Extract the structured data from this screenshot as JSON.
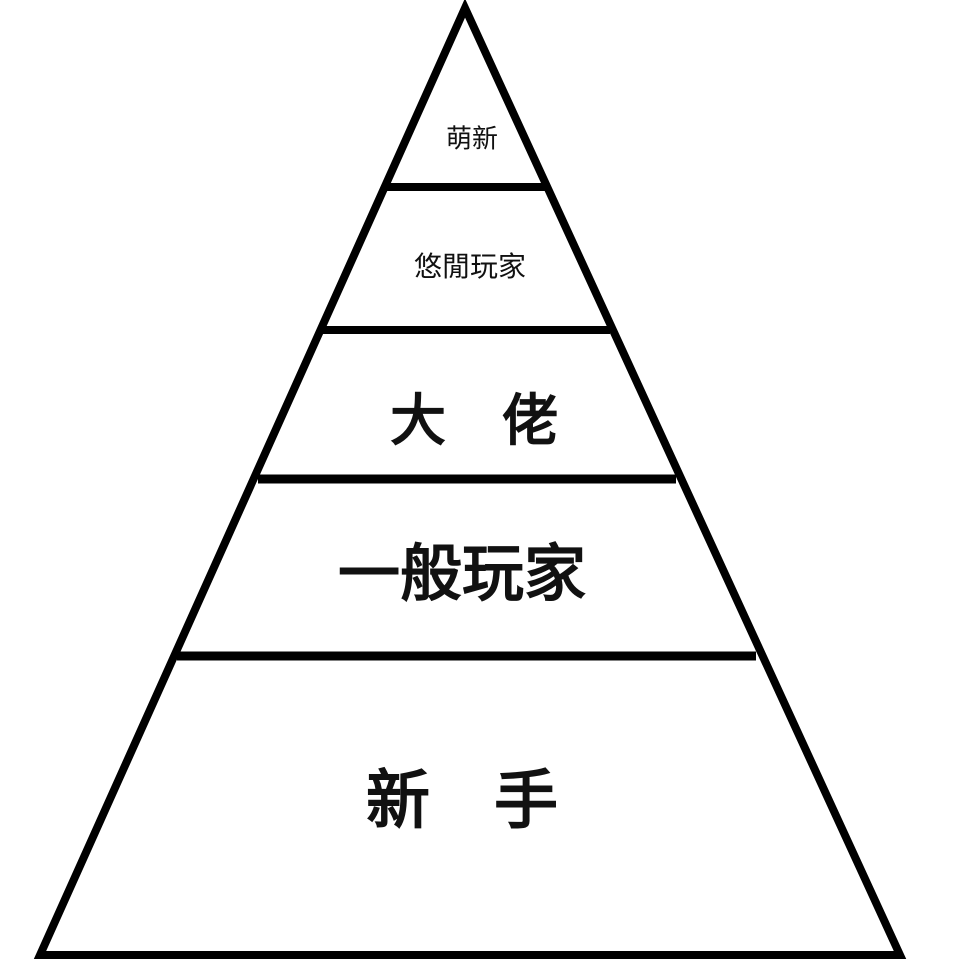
{
  "diagram": {
    "type": "pyramid",
    "levels": [
      {
        "label": "萌新"
      },
      {
        "label": "悠閒玩家"
      },
      {
        "label": "大　佬"
      },
      {
        "label": "一般玩家"
      },
      {
        "label": "新　手"
      }
    ],
    "line_color": "#000000",
    "background": "#ffffff"
  }
}
